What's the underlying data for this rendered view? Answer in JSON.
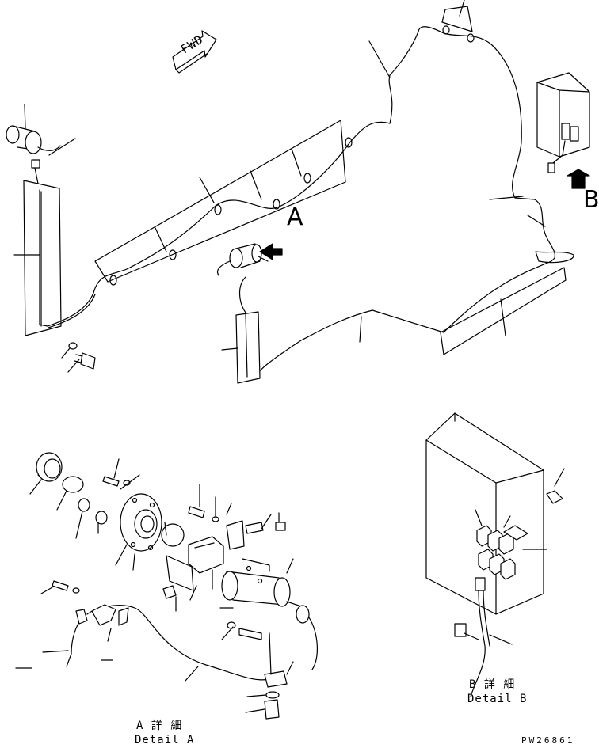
{
  "drawing": {
    "fwd_label": "FWD",
    "view_a_letter": "A",
    "view_b_letter": "B",
    "detail_a": {
      "kanji": "A 詳 細",
      "title": "Detail A"
    },
    "detail_b": {
      "kanji": "B 詳 細",
      "title": "Detail B"
    },
    "drawing_code": "PW26861"
  }
}
